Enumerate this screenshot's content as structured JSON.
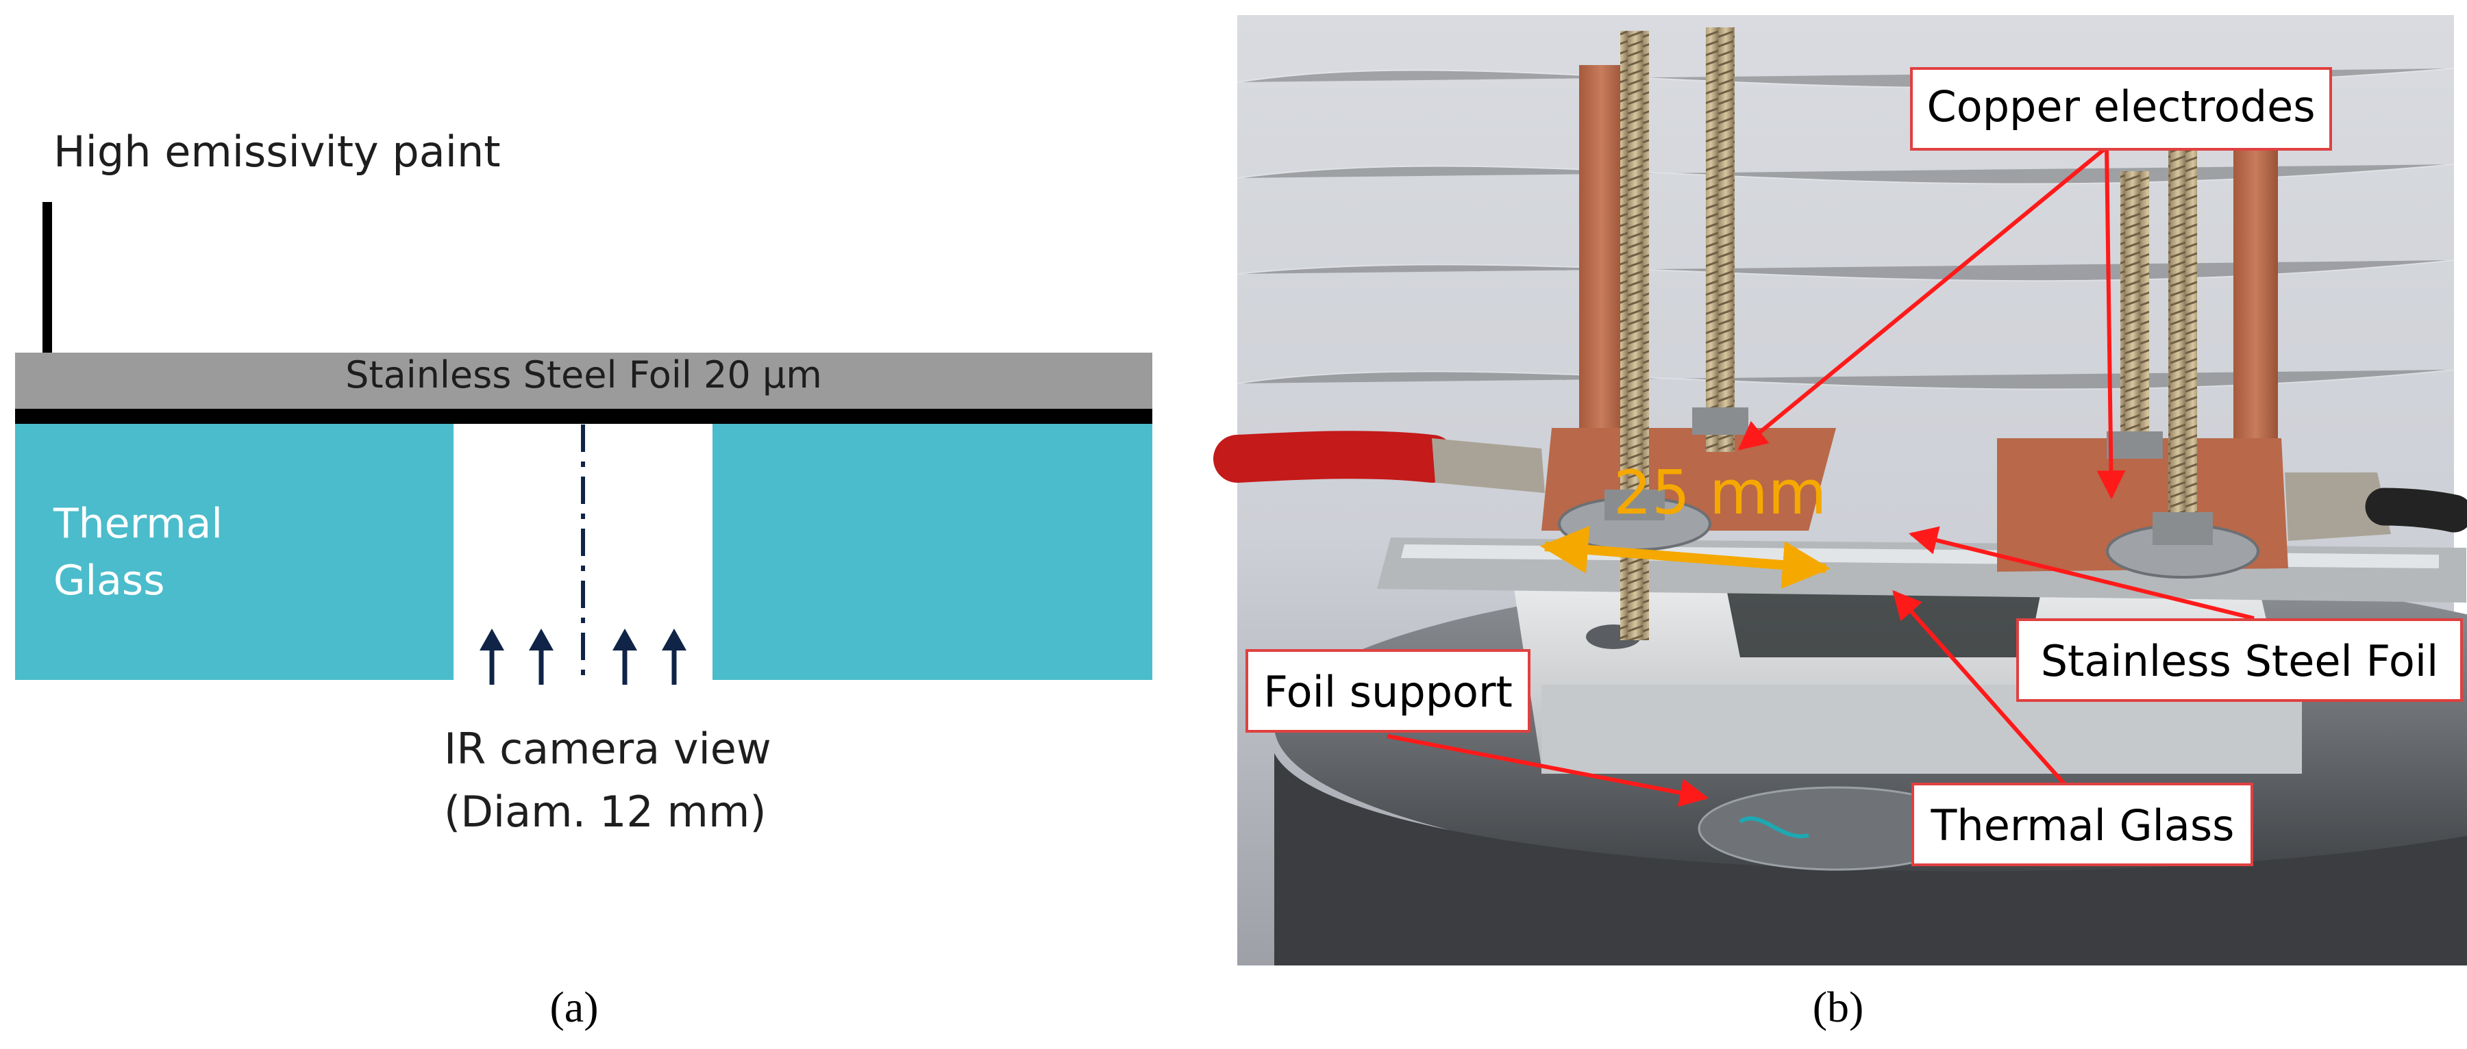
{
  "panel_a": {
    "label_paint": "High emissivity paint",
    "label_foil": "Stainless Steel Foil 20 µm",
    "label_glass_line1": "Thermal",
    "label_glass_line2": "Glass",
    "label_view_line1": "IR camera view",
    "label_view_line2": "(Diam. 12 mm)",
    "caption": "(a)",
    "colors": {
      "glass": "#4bbccc",
      "foil": "#9b9b9b",
      "paint": "#000000",
      "arrow": "#0f2447"
    }
  },
  "panel_b": {
    "callout_electrodes": "Copper electrodes",
    "callout_foil": "Stainless Steel Foil",
    "callout_support": "Foil support",
    "callout_glass": "Thermal Glass",
    "dimension_label": "25 mm",
    "caption": "(b)",
    "colors": {
      "callout_line": "#ff1a1a",
      "dimension": "#f5a800",
      "copper": "#b9684a"
    }
  }
}
